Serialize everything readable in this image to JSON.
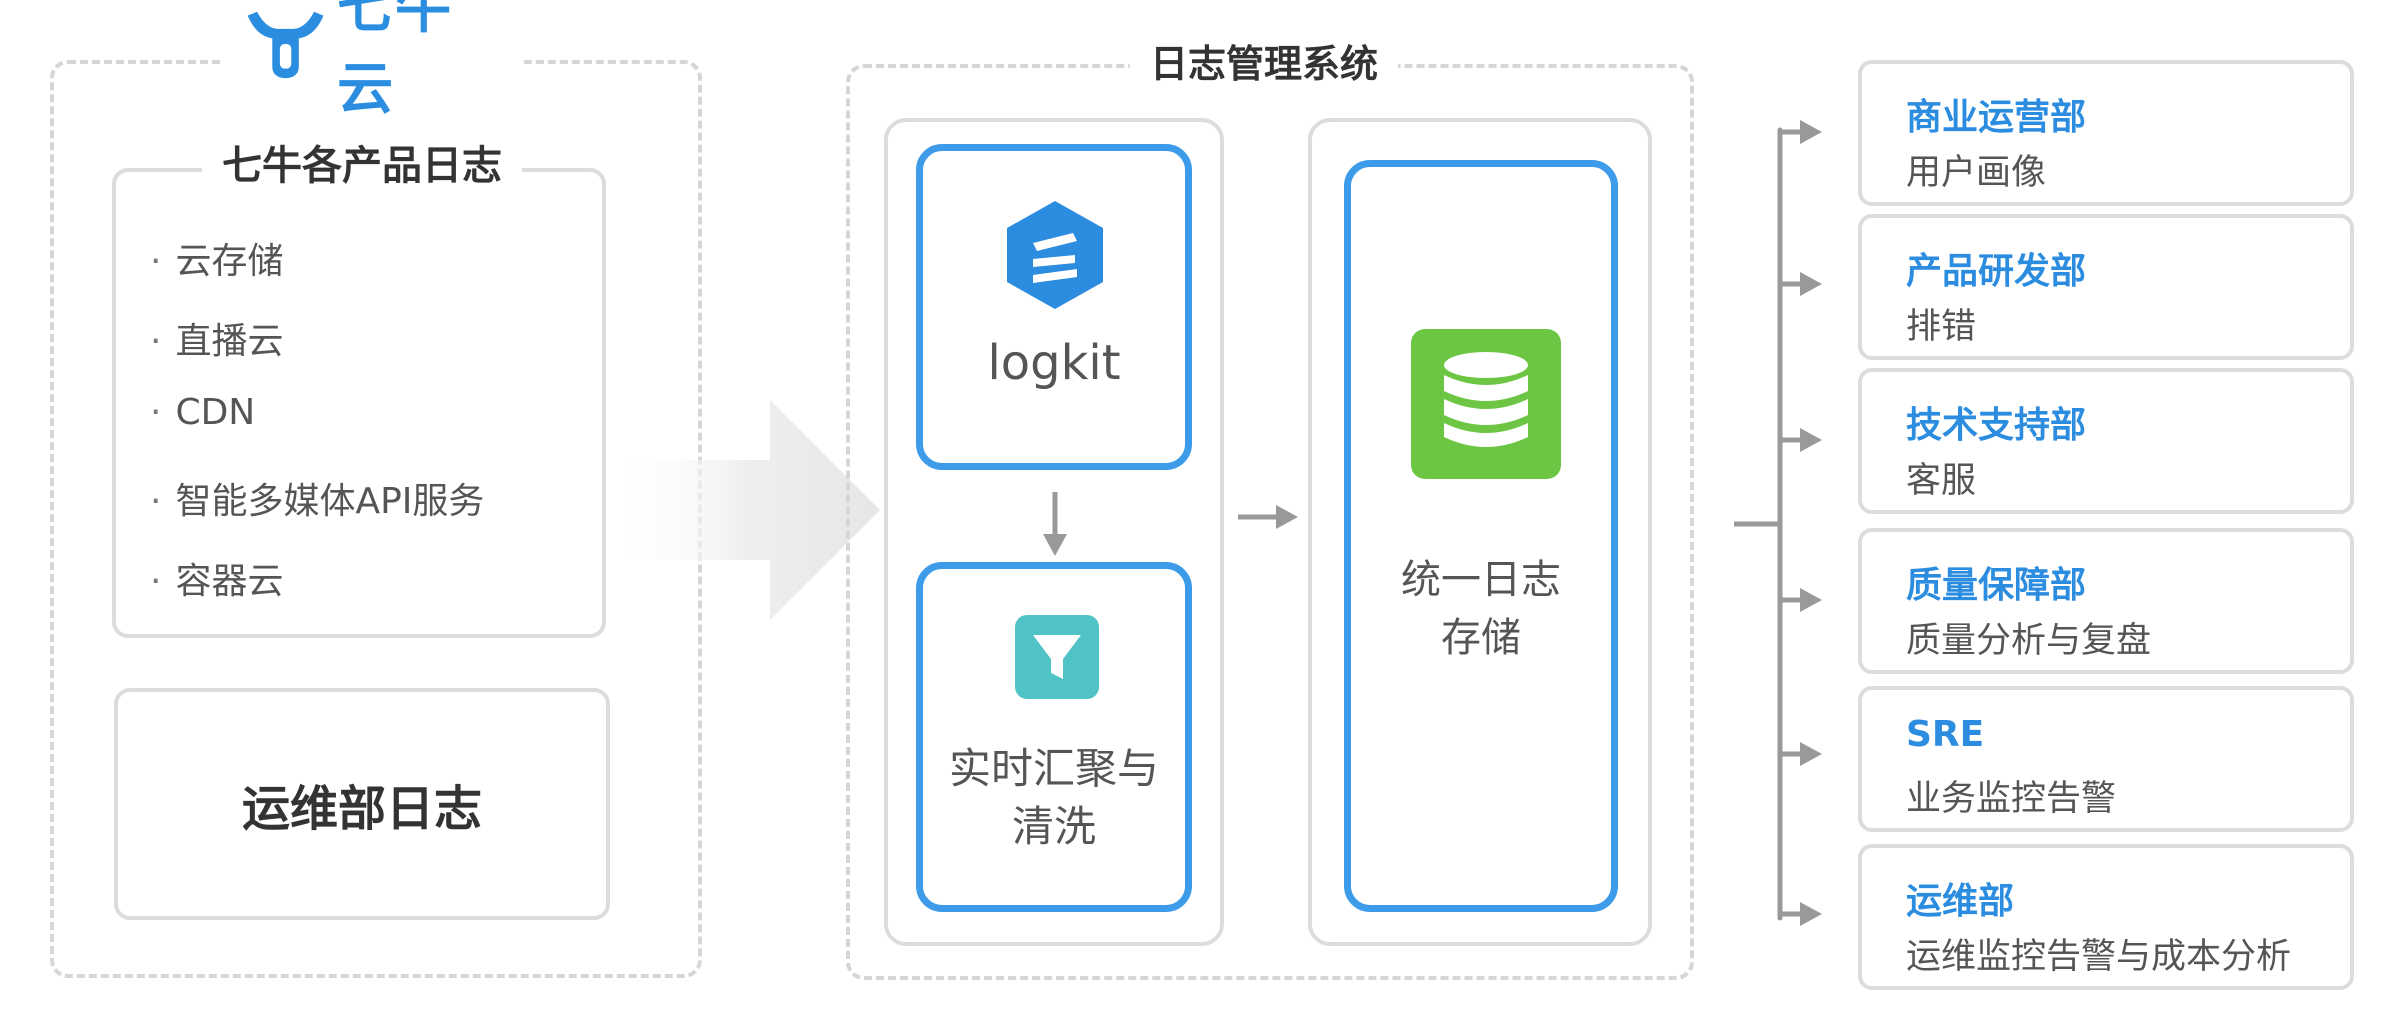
{
  "brand": {
    "name": "七牛云",
    "color": "#2a8de0"
  },
  "left_group": {
    "products_title": "七牛各产品日志",
    "products": [
      "云存储",
      "直播云",
      "CDN",
      "智能多媒体API服务",
      "容器云"
    ],
    "ops_log": "运维部日志"
  },
  "middle_group": {
    "title": "日志管理系统",
    "logkit_label": "logkit",
    "aggregate_line1": "实时汇聚与",
    "aggregate_line2": "清洗",
    "storage_line1": "统一日志",
    "storage_line2": "存储"
  },
  "consumers": [
    {
      "dept": "商业运营部",
      "use": "用户画像"
    },
    {
      "dept": "产品研发部",
      "use": "排错"
    },
    {
      "dept": "技术支持部",
      "use": "客服"
    },
    {
      "dept": "质量保障部",
      "use": "质量分析与复盘"
    },
    {
      "dept": "SRE",
      "use": "业务监控告警"
    },
    {
      "dept": "运维部",
      "use": "运维监控告警与成本分析"
    }
  ],
  "colors": {
    "accent_blue": "#3d9be9",
    "dept_blue": "#2b8ce0",
    "db_green": "#6cc644",
    "filter_teal": "#4fc3c6",
    "connector_gray": "#999999"
  },
  "icons": {
    "brand_logo": "bull-horns-logo",
    "logkit": "logkit-hexagon-icon",
    "filter": "funnel-icon",
    "storage": "database-icon"
  }
}
